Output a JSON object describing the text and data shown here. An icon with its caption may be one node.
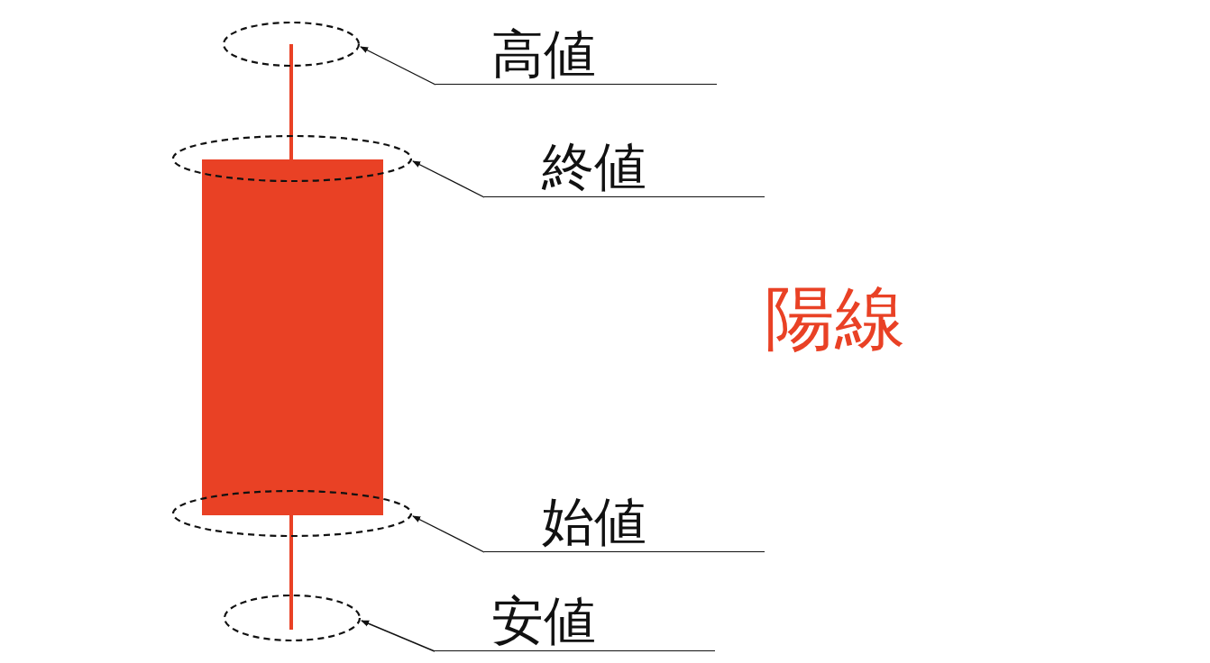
{
  "diagram": {
    "nodes": [
      {
        "text": [
          "高値"
        ]
      },
      {
        "text": [
          "終値"
        ]
      },
      {
        "text": [
          "始値"
        ]
      },
      {
        "text": [
          "安値"
        ]
      },
      {
        "text": [],
        "shape": "circle"
      },
      {
        "text": [],
        "shape": "circle"
      },
      {
        "text": [],
        "shape": "circle"
      },
      {
        "text": [],
        "shape": "circle"
      }
    ],
    "edges": [
      {
        "from": 0,
        "to": 4,
        "arrow": "to"
      },
      {
        "from": 1,
        "to": 5,
        "arrow": "to"
      },
      {
        "from": 2,
        "to": 6,
        "arrow": "to"
      },
      {
        "from": 3,
        "to": 7,
        "arrow": "to"
      }
    ],
    "labels": [
      "陽線"
    ]
  }
}
